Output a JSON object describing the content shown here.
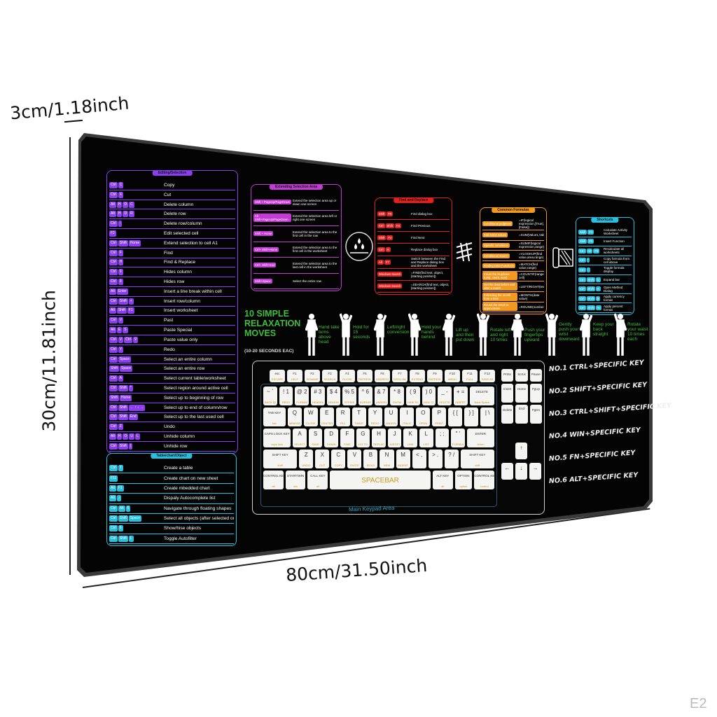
{
  "dimensions": {
    "thickness": "3cm/1.18inch",
    "height": "30cm/11.81inch",
    "width": "80cm/31.50inch"
  },
  "watermark": "E2",
  "colors": {
    "purple": "#8b3df2",
    "cyan": "#27c0de",
    "magenta": "#c43ad6",
    "red": "#e3201e",
    "orange": "#f29a1f",
    "green": "#3fbf3a",
    "mat": "#040404"
  },
  "editing": {
    "title": "Editing/Selection",
    "rows": [
      {
        "keys": [
          "Ctrl",
          "C"
        ],
        "action": "Copy"
      },
      {
        "keys": [
          "Ctrl",
          "X"
        ],
        "action": "Cut"
      },
      {
        "keys": [
          "Alt",
          "H",
          "D",
          "C"
        ],
        "action": "Delete column"
      },
      {
        "keys": [
          "Alt",
          "H",
          "D",
          "R"
        ],
        "action": "Delete row"
      },
      {
        "keys": [
          "Ctrl",
          "-"
        ],
        "action": "Delete row/column"
      },
      {
        "keys": [
          "F2"
        ],
        "action": "Edit selected cell"
      },
      {
        "keys": [
          "Ctrl",
          "Shift",
          "Home"
        ],
        "action": "Extend selection to cell A1"
      },
      {
        "keys": [
          "Ctrl",
          "F"
        ],
        "action": "Find"
      },
      {
        "keys": [
          "Ctrl",
          "H"
        ],
        "action": "Find & Replace"
      },
      {
        "keys": [
          "Ctrl",
          "0"
        ],
        "action": "Hides column"
      },
      {
        "keys": [
          "Ctrl",
          "9"
        ],
        "action": "Hides row"
      },
      {
        "keys": [
          "Alt",
          "Enter"
        ],
        "action": "Insert a line break within cell"
      },
      {
        "keys": [
          "Ctrl",
          "Shift",
          "+"
        ],
        "action": "Insert row/column"
      },
      {
        "keys": [
          "Alt",
          "Shift",
          "F1"
        ],
        "action": "Insert worksheet"
      },
      {
        "keys": [
          "Ctrl",
          "V"
        ],
        "action": "Past"
      },
      {
        "keys": [
          "Alt",
          "E",
          "S"
        ],
        "action": "Paste Special"
      },
      {
        "keys": [
          "Ctrl",
          "V",
          "Ctrl",
          "V"
        ],
        "action": "Paste value only"
      },
      {
        "keys": [
          "Ctrl",
          "Y"
        ],
        "action": "Redo"
      },
      {
        "keys": [
          "Ctrl",
          "Space"
        ],
        "action": "Select an entire column"
      },
      {
        "keys": [
          "Shift",
          "Space"
        ],
        "action": "Select an entire row"
      },
      {
        "keys": [
          "Ctrl",
          "A"
        ],
        "action": "Select current table/worksheet"
      },
      {
        "keys": [
          "Ctrl",
          "Shift",
          "*"
        ],
        "action": "Select region around active cell"
      },
      {
        "keys": [
          "Shift",
          "Home"
        ],
        "action": "Select up to beginning of row"
      },
      {
        "keys": [
          "Ctrl",
          "Shift",
          "← ↑ ↓ →"
        ],
        "action": "Select up to end of column/row"
      },
      {
        "keys": [
          "Ctrl",
          "Shift",
          "End"
        ],
        "action": "Select up to the last used cell"
      },
      {
        "keys": [
          "Ctrl",
          "Z"
        ],
        "action": "Undo"
      },
      {
        "keys": [
          "Alt",
          "H",
          "O",
          "U",
          "L"
        ],
        "action": "Unhide column"
      },
      {
        "keys": [
          "Ctrl",
          "Shift",
          "("
        ],
        "action": "Unhide row"
      }
    ]
  },
  "table": {
    "title": "Table/chart/Object",
    "rows": [
      {
        "keys": [
          "Ctrl",
          "T"
        ],
        "action": "Create a table"
      },
      {
        "keys": [
          "F11"
        ],
        "action": "Create chart on new sheet"
      },
      {
        "keys": [
          "Alt",
          "F1"
        ],
        "action": "Create mbedded chart"
      },
      {
        "keys": [
          "Alt",
          "↓"
        ],
        "action": "Dispaly Autocomplete list"
      },
      {
        "keys": [
          "Ctrl",
          "Alt",
          "5"
        ],
        "action": "Navigate through floating shapes"
      },
      {
        "keys": [
          "Ctrl",
          "Shift",
          "Space"
        ],
        "action": "Select all objects (after selected one)"
      },
      {
        "keys": [
          "Ctrl",
          "6"
        ],
        "action": "Show/hise objects"
      },
      {
        "keys": [
          "Ctrl",
          "Shift",
          "L"
        ],
        "action": "Toggle Autofilter"
      }
    ]
  },
  "extending": {
    "title": "Extending Selection Area",
    "rows": [
      {
        "keys": [
          "Shift + PageUp/PageDown"
        ],
        "action": "Extend the selection area up or down one screen"
      },
      {
        "keys": [
          "Alt Shift+PageUp/PageDown"
        ],
        "action": "Extend the selection area left or right one screen"
      },
      {
        "keys": [
          "Shift + Home"
        ],
        "action": "Extend the selection area to the first cell in the row"
      },
      {
        "keys": [
          "Ctrl+ Shift+Home"
        ],
        "action": "Extend the selection area to the first cell in the worksheet"
      },
      {
        "keys": [
          "Ctrl+ Shift+End"
        ],
        "action": "Extend the selection area to the last cell in the worksheet"
      },
      {
        "keys": [
          "Shift+Space"
        ],
        "action": "Select the entire row"
      }
    ]
  },
  "find": {
    "title": "Find and Replace",
    "rows": [
      {
        "keys": [
          "Shift",
          "F5"
        ],
        "action": "Find dialog box"
      },
      {
        "keys": [
          "Ctrl",
          "Shift",
          "F4"
        ],
        "action": "Find Previous"
      },
      {
        "keys": [
          "Shift",
          "F4"
        ],
        "action": "Find Next"
      },
      {
        "keys": [
          "Ctrl",
          "H"
        ],
        "action": "Replace dialog box"
      },
      {
        "keys": [
          "Alt",
          "F7"
        ],
        "action": "Switch between the Find and Replace dialog box and the worksheet"
      },
      {
        "keys": [
          "Windows Search"
        ],
        "action": "=FIND(find text, object, [starting position])"
      },
      {
        "keys": [
          "Windows Search"
        ],
        "action": "=SEARCH(find text, object, [starting position])"
      }
    ]
  },
  "formulas": {
    "title": "Common Formulas",
    "rows": [
      {
        "keys": [
          "Conditional judgment"
        ],
        "action": "=IF(logical expression,[True],[False])"
      },
      {
        "keys": [
          "Add some values"
        ],
        "action": "=SUM(Value1,Value2,...)"
      },
      {
        "keys": [
          "Specific conditions"
        ],
        "action": "=SUMIF(logical expression,range)"
      },
      {
        "keys": [
          "Conditional search"
        ],
        "action": "=VLOOKUP(find value,area,range)"
      },
      {
        "keys": [
          "Finding Data Functions"
        ],
        "action": "=MATCH(find value,range)"
      },
      {
        "keys": [
          "Count the Duplicate (uniq, count, sum)"
        ],
        "action": "=COUNTIF(range, cell)"
      },
      {
        "keys": [
          "Get the data before and after a match"
        ],
        "action": "=LEFT/RIGHT(text,n)"
      },
      {
        "keys": [
          "Extracting the month from a date"
        ],
        "action": "=MONTH(date value)"
      },
      {
        "keys": [
          "Round the result to approximate"
        ],
        "action": "=ROUND(number,digits)"
      }
    ]
  },
  "shortcuts": {
    "title": "Shortcuts",
    "rows": [
      {
        "keys": [
          "Shift",
          "F3"
        ],
        "action": "Calculate Activity Worksheet"
      },
      {
        "keys": [
          "Shift",
          "F9"
        ],
        "action": "Insert Function"
      },
      {
        "keys": [
          "Ctrl",
          "Alt",
          "F9"
        ],
        "action": "Recalculate all worksheets"
      },
      {
        "keys": [
          "Ctrl",
          "'"
        ],
        "action": "Copy formula from cell above"
      },
      {
        "keys": [
          "Ctrl",
          "`"
        ],
        "action": "Toggle formula display"
      },
      {
        "keys": [
          "Ctrl",
          "Shift",
          "U"
        ],
        "action": "Expand bar"
      },
      {
        "keys": [
          "Ctrl",
          "Shift",
          "A"
        ],
        "action": "Open Method Dialog"
      },
      {
        "keys": [
          "Ctrl",
          "Shift",
          "$"
        ],
        "action": "Apply currency format"
      },
      {
        "keys": [
          "Ctrl",
          "Shift",
          "%"
        ],
        "action": "Apply percent format"
      }
    ]
  },
  "relax": {
    "title": "10 SIMPLE RELAXATION MOVES",
    "subtitle": "(10-20 SECONDS EAC)",
    "moves": [
      "Hand take turns above head",
      "Hold for 15 seconds",
      "Left/right conversion",
      "Hold your hands behind",
      "Lift up and then put down",
      "Rotate left and right 10 times",
      "Push your fingertips upward",
      "Gently push your wrist downward",
      "Keep your back straight",
      "Rotate your waist 10 times each"
    ]
  },
  "keyboard": {
    "label": "Main Keypad Area",
    "rows": [
      [
        [
          "esc",
          "ESCAPE"
        ],
        [
          "F1",
          "HELP"
        ],
        [
          "F2",
          "RENAME"
        ],
        [
          "F3",
          "SEARCH"
        ],
        [
          "F4",
          "CLOSE"
        ],
        [
          "F5",
          "REFRESH"
        ],
        [
          "F6",
          "ADDRESS"
        ],
        [
          "F7",
          "SPELLING"
        ],
        [
          "F8",
          "EXTEND"
        ],
        [
          "F9",
          "REFRESH"
        ],
        [
          "F10",
          "MENU"
        ],
        [
          "F11",
          "FULL"
        ],
        [
          "F12",
          "SAVE AS"
        ]
      ],
      [
        [
          "~ `",
          "BACK QUOTE"
        ],
        [
          "! 1",
          "REDO"
        ],
        [
          "@ 2",
          "FORMAT"
        ],
        [
          "# 3",
          "HEADING"
        ],
        [
          "$ 4",
          "HEADING"
        ],
        [
          "% 5",
          "STRIKE"
        ],
        [
          "^ 6",
          "BORDER"
        ],
        [
          "& 7",
          "UNDERLINE"
        ],
        [
          "* 8",
          "SHOW"
        ],
        [
          "( 9",
          "HIDE ROW"
        ],
        [
          ") 0",
          "HIDE COL"
        ],
        [
          "_ -",
          "DELETE"
        ],
        [
          "+ =",
          "INSERT"
        ],
        [
          "DELETE",
          "Back Space"
        ]
      ],
      [
        [
          "TAB KEY",
          "tab"
        ],
        [
          "Q",
          "MINIMIZE"
        ],
        [
          "W",
          "CLOSE"
        ],
        [
          "E",
          "CENTER"
        ],
        [
          "R",
          "FILL"
        ],
        [
          "T",
          "TABLE"
        ],
        [
          "Y",
          "REDO"
        ],
        [
          "U",
          "UNDERLINE"
        ],
        [
          "I",
          "ITALIC"
        ],
        [
          "O",
          "OPEN"
        ],
        [
          "P",
          "PRINT"
        ],
        [
          "{ [",
          ""
        ],
        [
          "} ]",
          ""
        ],
        [
          "| \\",
          ""
        ]
      ],
      [
        [
          "CAPS LOCK KEY",
          "caps lock"
        ],
        [
          "A",
          "SELECT ALL"
        ],
        [
          "S",
          "SAVE"
        ],
        [
          "D",
          "DOWN"
        ],
        [
          "F",
          "FIND"
        ],
        [
          "G",
          "GO TO"
        ],
        [
          "H",
          "REPLACE"
        ],
        [
          "J",
          "JUSTIFY"
        ],
        [
          "K",
          "LINK"
        ],
        [
          "L",
          "LIST"
        ],
        [
          "; :",
          ""
        ],
        [
          "\" '",
          "FORMULA"
        ],
        [
          "ENTER",
          "return"
        ]
      ],
      [
        [
          "SHIFT KEY",
          "shift"
        ],
        [
          "Z",
          "UNDO"
        ],
        [
          "X",
          "CUT"
        ],
        [
          "C",
          "COPY"
        ],
        [
          "V",
          "PASTE"
        ],
        [
          "B",
          "BOLD"
        ],
        [
          "N",
          "NEW"
        ],
        [
          "M",
          "INDENT"
        ],
        [
          "< ,",
          ""
        ],
        [
          "> .",
          ""
        ],
        [
          "? /",
          ""
        ],
        [
          "SHIFT KEY",
          "shift"
        ]
      ],
      [
        [
          "CONTROL KEY",
          "ctrl"
        ],
        [
          "START/WIN",
          "win"
        ],
        [
          "CALL KEY",
          "alt"
        ],
        [
          "SPACEBAR",
          ""
        ],
        [
          "ALT KEY",
          "alt"
        ],
        [
          "OPTION",
          "option"
        ],
        [
          "CONTROL KEY",
          "control"
        ]
      ]
    ],
    "nav": [
      [
        "PrtSc",
        ""
      ],
      [
        "ScrLk",
        ""
      ],
      [
        "Pause",
        ""
      ],
      [
        "Insert",
        ""
      ],
      [
        "Home",
        ""
      ],
      [
        "PgUp",
        ""
      ],
      [
        "Delete",
        ""
      ],
      [
        "End",
        ""
      ],
      [
        "PgDn",
        ""
      ]
    ],
    "arrows": [
      "↑",
      "←",
      "↓",
      "→"
    ]
  },
  "key_groups": [
    "NO.1 CTRL+SPECIFIC KEY",
    "NO.2 SHIFT+SPECIFIC KEY",
    "NO.3 CTRL+SHIFT+SPECIFIC KEY",
    "NO.4 WIN+SPECIFIC KEY",
    "NO.5 FN+SPECIFIC KEY",
    "NO.6 ALT+SPECIFIC KEY"
  ]
}
